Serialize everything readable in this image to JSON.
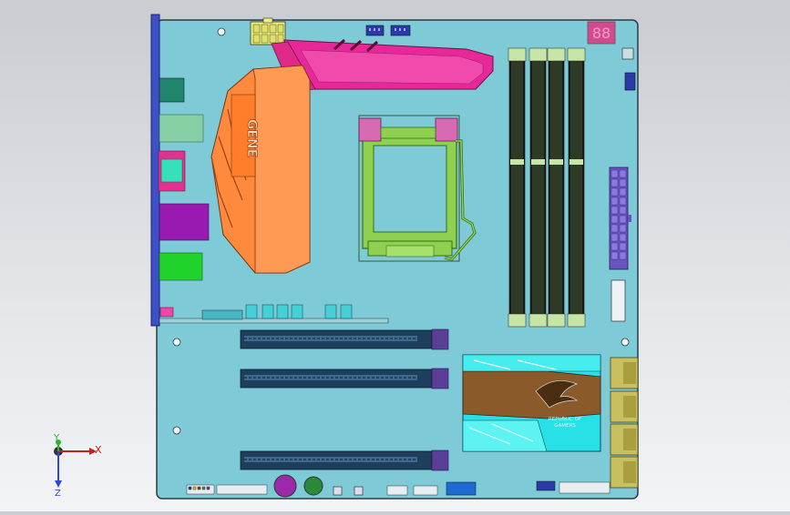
{
  "model": {
    "heatsink_text": "GENE",
    "chipset_text_line1": "REPUBLIC OF",
    "chipset_text_line2": "GAMERS"
  },
  "triad": {
    "x_label": "X",
    "y_label": "Y",
    "z_label": "Z"
  },
  "colors": {
    "board": "#7ecad7",
    "board_edge": "#2c3a44",
    "io_shield": "#3d50c8",
    "vrm_orange": "#ff8a3d",
    "vrm_pink": "#e8289a",
    "ram_slot": "#1b1f18",
    "ram_clip": "#c7e5a6",
    "socket_green": "#8fd14f",
    "socket_pink": "#d86ab4",
    "pcie_slot": "#1f3e5b",
    "pcie_latch": "#5b3f96",
    "chipset_brown": "#8a5a2b",
    "chipset_cyan": "#28e1e8",
    "sata_khaki": "#c8bf5e",
    "atx_purple": "#6a55c0",
    "io_teal": "#21846d",
    "io_mint": "#86cfa5",
    "io_cyan": "#36e0b9",
    "io_purple": "#981ab1",
    "io_green": "#21d22b"
  }
}
